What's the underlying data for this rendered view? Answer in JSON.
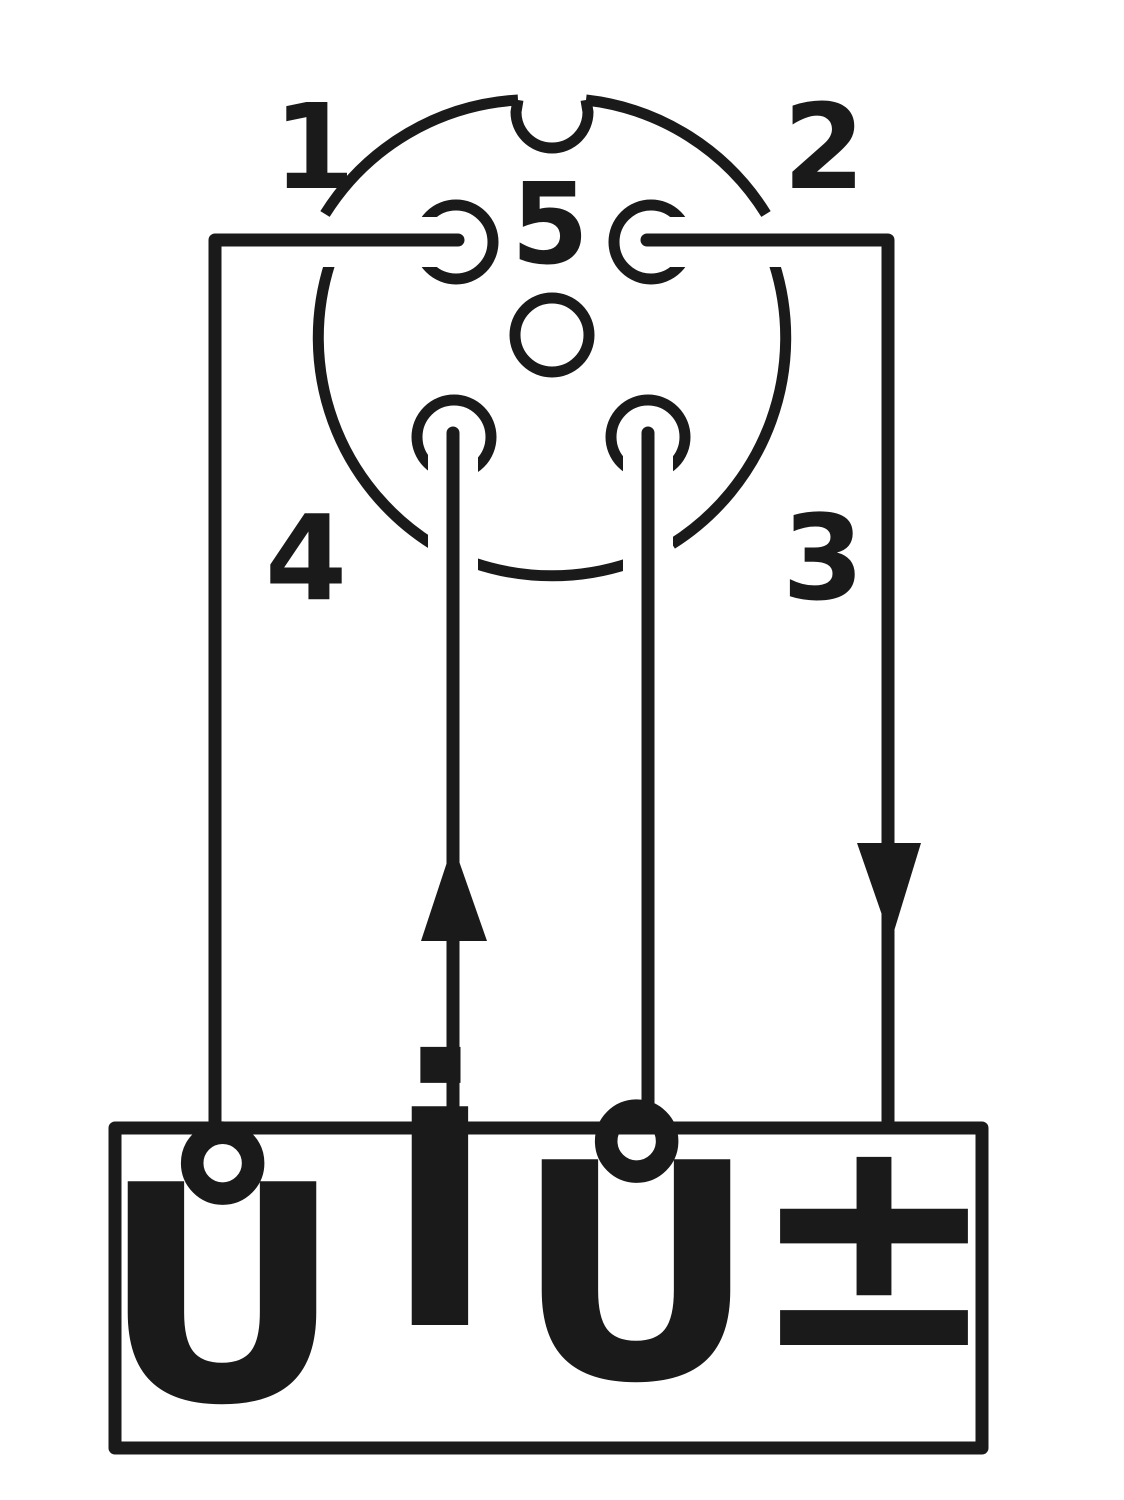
{
  "colors": {
    "line": "#1a1a1a",
    "background": "#ffffff"
  },
  "connector": {
    "pins": [
      {
        "id": "1",
        "label": "1"
      },
      {
        "id": "2",
        "label": "2"
      },
      {
        "id": "3",
        "label": "3"
      },
      {
        "id": "4",
        "label": "4"
      },
      {
        "id": "5",
        "label": "5"
      }
    ]
  },
  "terminal_block": {
    "symbols": [
      {
        "label": "Ů"
      },
      {
        "label": "İ"
      },
      {
        "label": "Ů"
      },
      {
        "label": "±"
      }
    ]
  }
}
